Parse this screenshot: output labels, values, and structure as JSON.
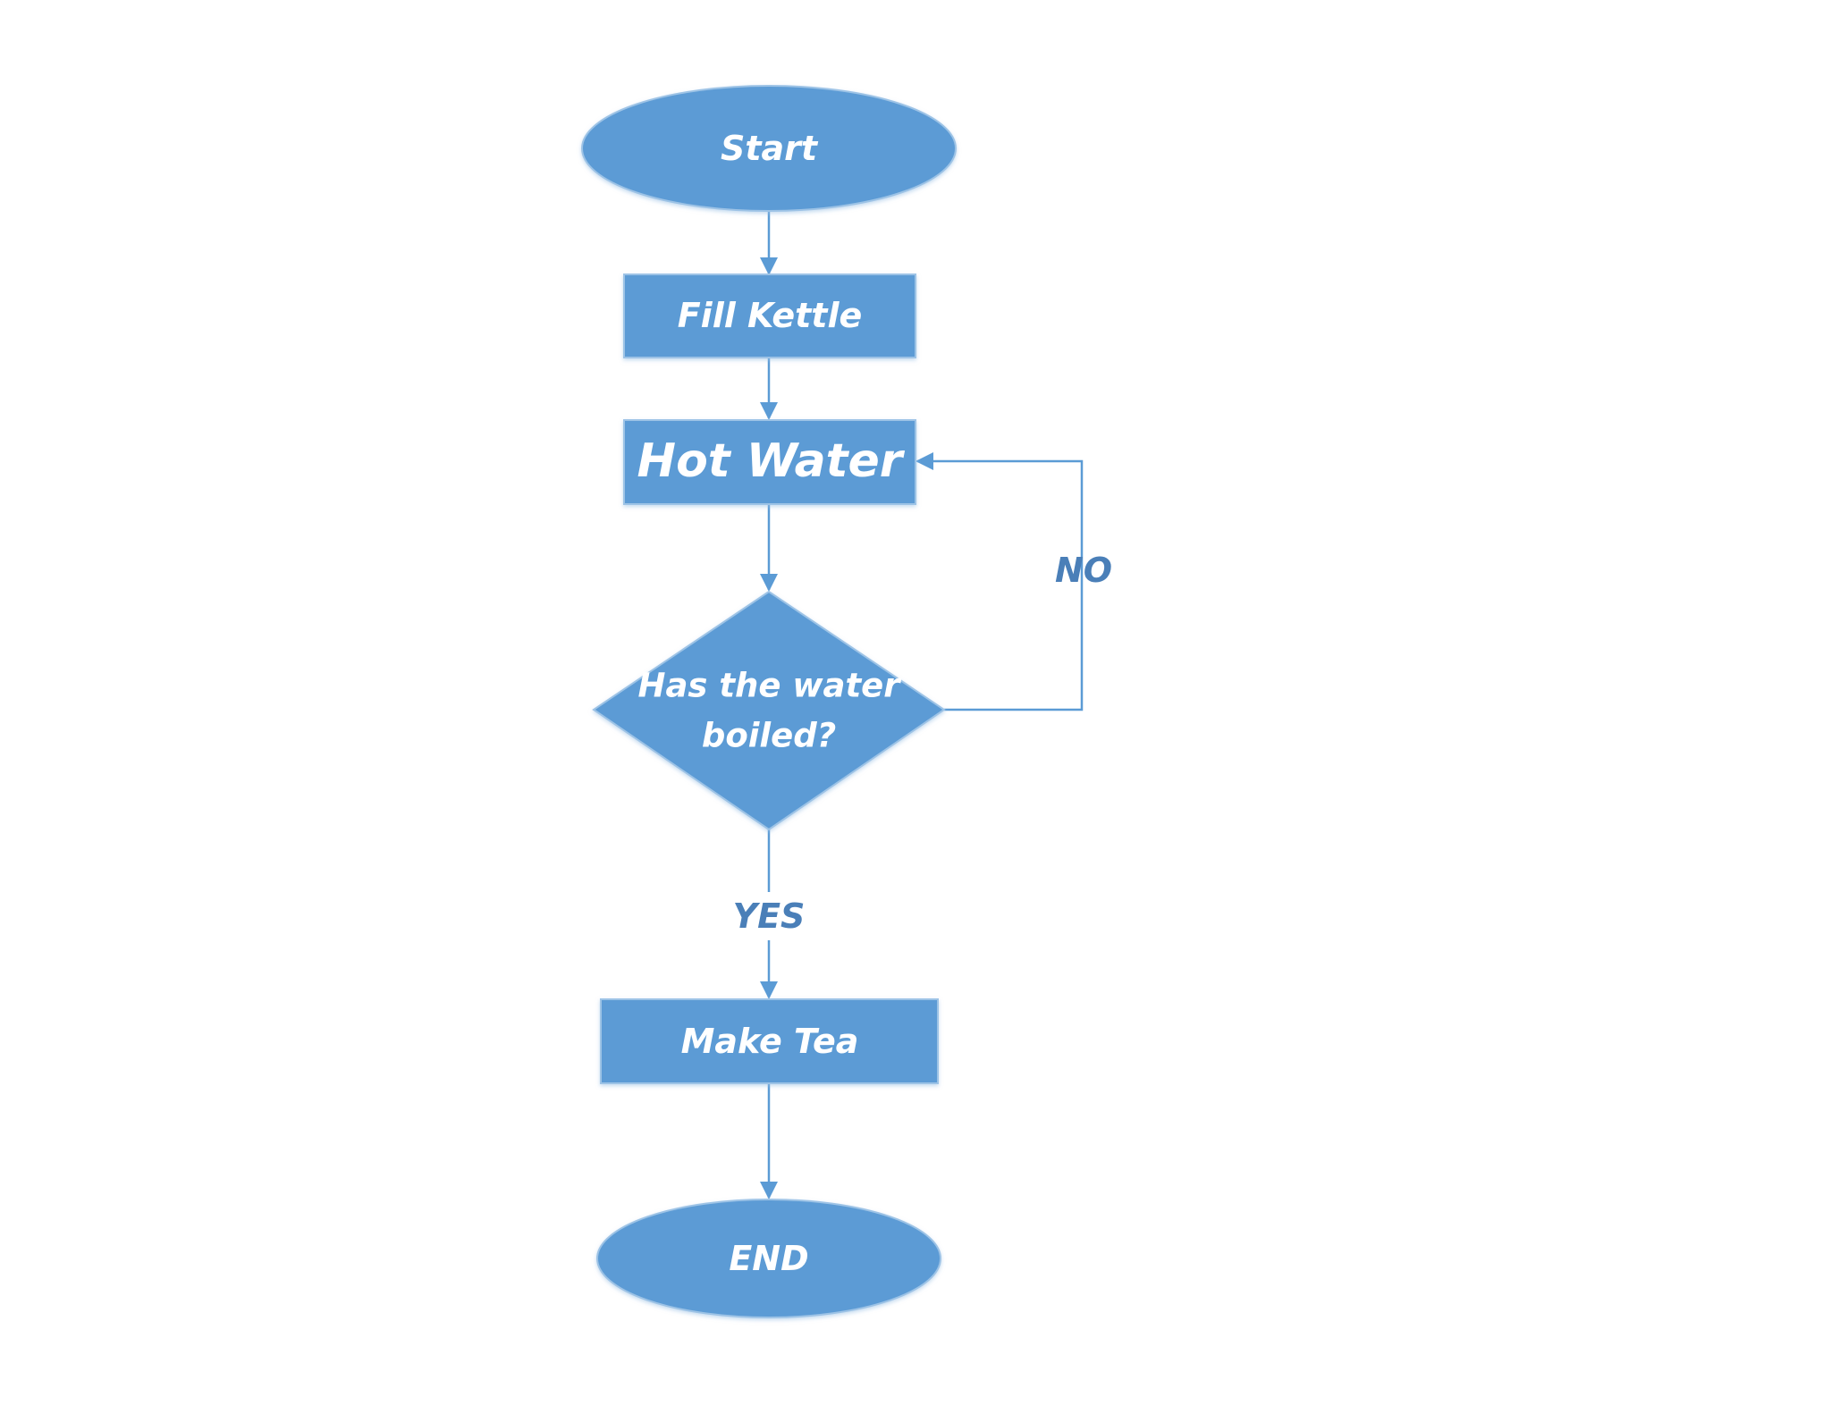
{
  "colors": {
    "node_fill": "#5b9bd5",
    "node_border": "#9dc3e6",
    "connector": "#5b9bd5",
    "label_text": "#4a7fb8",
    "background": "#ffffff"
  },
  "nodes": {
    "start": "Start",
    "fill_kettle": "Fill Kettle",
    "hot_water": "Hot Water",
    "decision_line1": "Has the water",
    "decision_line2": "boiled?",
    "make_tea": "Make Tea",
    "end": "END"
  },
  "edges": {
    "no_label": "NO",
    "yes_label": "YES"
  }
}
